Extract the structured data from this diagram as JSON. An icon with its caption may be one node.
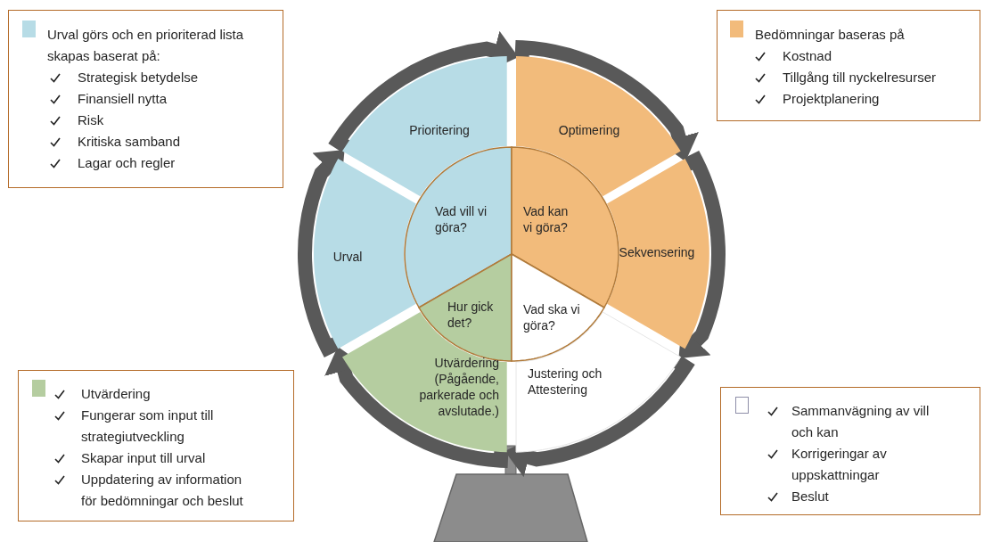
{
  "diagram": {
    "nodes": [
      {
        "text": [
          "Urval görs och en prioriterad lista skapas baserat på:",
          "Strategisk betydelse",
          "Finansiell nytta",
          "Risk",
          "Kritiska samband",
          "Lagar och regler"
        ]
      },
      {
        "text": [
          "Bedömningar baseras på",
          "Kostnad",
          "Tillgång till nyckelresurser",
          "Projektplanering"
        ]
      },
      {
        "text": [
          "Prioritering"
        ]
      },
      {
        "text": [
          "Optimering"
        ]
      },
      {
        "text": [
          "Vad vill vi göra?"
        ]
      },
      {
        "text": [
          "Vad kan vi göra?"
        ]
      },
      {
        "text": [
          "Urval"
        ]
      },
      {
        "text": [
          "Sekvensering"
        ]
      },
      {
        "text": [
          "Hur gick det?"
        ]
      },
      {
        "text": [
          "Vad ska vi göra?"
        ]
      },
      {
        "text": [
          "Utvärdering (Pågående, parkerade och avslutade.)"
        ]
      },
      {
        "text": [
          "Justering och Attestering"
        ]
      },
      {
        "text": [
          "Utvärdering",
          "Fungerar som input till strategiutveckling",
          "Skapar input till urval",
          "Uppdatering av information för bedömningar och beslut"
        ]
      },
      {
        "text": [
          "Sammanvägning av vill och kan",
          "Korrigeringar av uppskattningar",
          "Beslut"
        ]
      }
    ],
    "edges": [
      {
        "from": 2,
        "to": 3,
        "arrow": "to"
      },
      {
        "from": 3,
        "to": 7,
        "arrow": "to"
      },
      {
        "from": 7,
        "to": 11,
        "arrow": "to"
      },
      {
        "from": 11,
        "to": 10,
        "arrow": "to"
      },
      {
        "from": 10,
        "to": 6,
        "arrow": "to"
      },
      {
        "from": 6,
        "to": 2,
        "arrow": "to"
      }
    ]
  }
}
